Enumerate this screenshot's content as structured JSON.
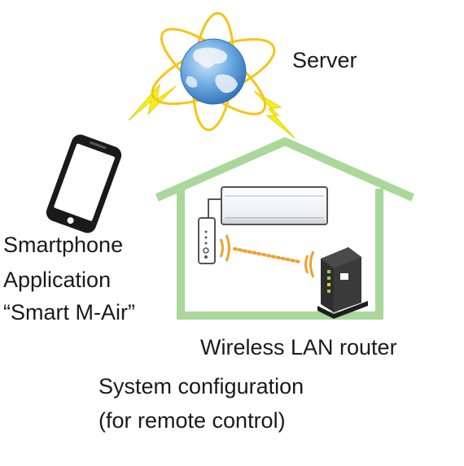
{
  "labels": {
    "server": "Server",
    "smartphone": "Smartphone",
    "application": "Application",
    "app_name": "“Smart M-Air”",
    "router": "Wireless LAN router",
    "system_config": "System configuration",
    "remote_control": "(for remote control)"
  },
  "icons": {
    "server": "globe-icon",
    "phone": "smartphone-icon",
    "house": "house-outline-icon",
    "air_conditioner": "air-conditioner-icon",
    "wifi_adapter": "wifi-adapter-icon",
    "router": "router-icon",
    "lightning": "lightning-bolt-icon"
  },
  "colors": {
    "house_outline": "#a9d89a",
    "lightning": "#f7ee1e",
    "orbit": "#f5c518",
    "globe_ocean": "#4c8fd3",
    "globe_land": "#eef3f8",
    "signal": "#f0a030",
    "phone_body": "#1a1a1a",
    "router_body": "#3a3a3a"
  }
}
